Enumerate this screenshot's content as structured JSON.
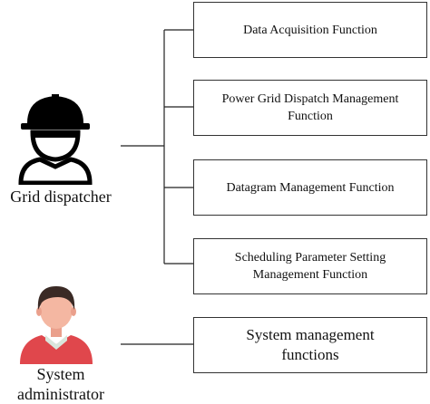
{
  "actors": [
    {
      "id": "grid-dispatcher",
      "label": "Grid dispatcher",
      "icon": "worker-helmet-icon"
    },
    {
      "id": "system-administrator",
      "label": "System\nadministrator",
      "icon": "user-avatar-icon"
    }
  ],
  "functions": [
    {
      "label": "Data Acquisition Function"
    },
    {
      "label": "Power Grid Dispatch Management\nFunction"
    },
    {
      "label": "Datagram Management Function"
    },
    {
      "label": "Scheduling Parameter Setting\nManagement Function"
    },
    {
      "label": "System management\nfunctions"
    }
  ],
  "colors": {
    "avatar_shirt": "#e0474c",
    "avatar_face": "#f4b7a2",
    "avatar_hair": "#3a2a25",
    "line": "#222222"
  }
}
